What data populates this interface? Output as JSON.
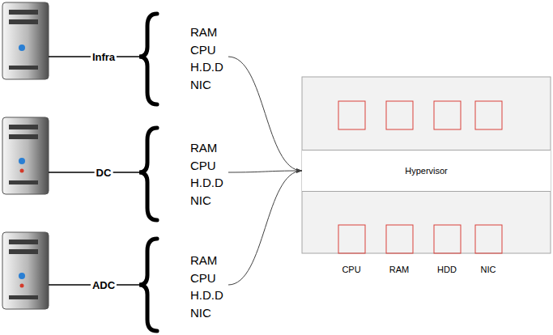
{
  "diagram": {
    "nodes": [
      {
        "text": [
          "Infra",
          "RAM CPU H.D.D NIC"
        ]
      },
      {
        "text": [
          "DC",
          "RAM CPU H.D.D NIC"
        ]
      },
      {
        "text": [
          "ADC",
          "RAM CPU H.D.D NIC"
        ]
      },
      {
        "text": [
          "Hypervisor"
        ]
      }
    ],
    "edges": [
      {
        "from": 0,
        "to": 3,
        "arrow": "to"
      },
      {
        "from": 1,
        "to": 3,
        "arrow": "to"
      },
      {
        "from": 2,
        "to": 3,
        "arrow": "to"
      }
    ],
    "labels": [
      "CPU",
      "RAM",
      "HDD",
      "NIC"
    ]
  }
}
